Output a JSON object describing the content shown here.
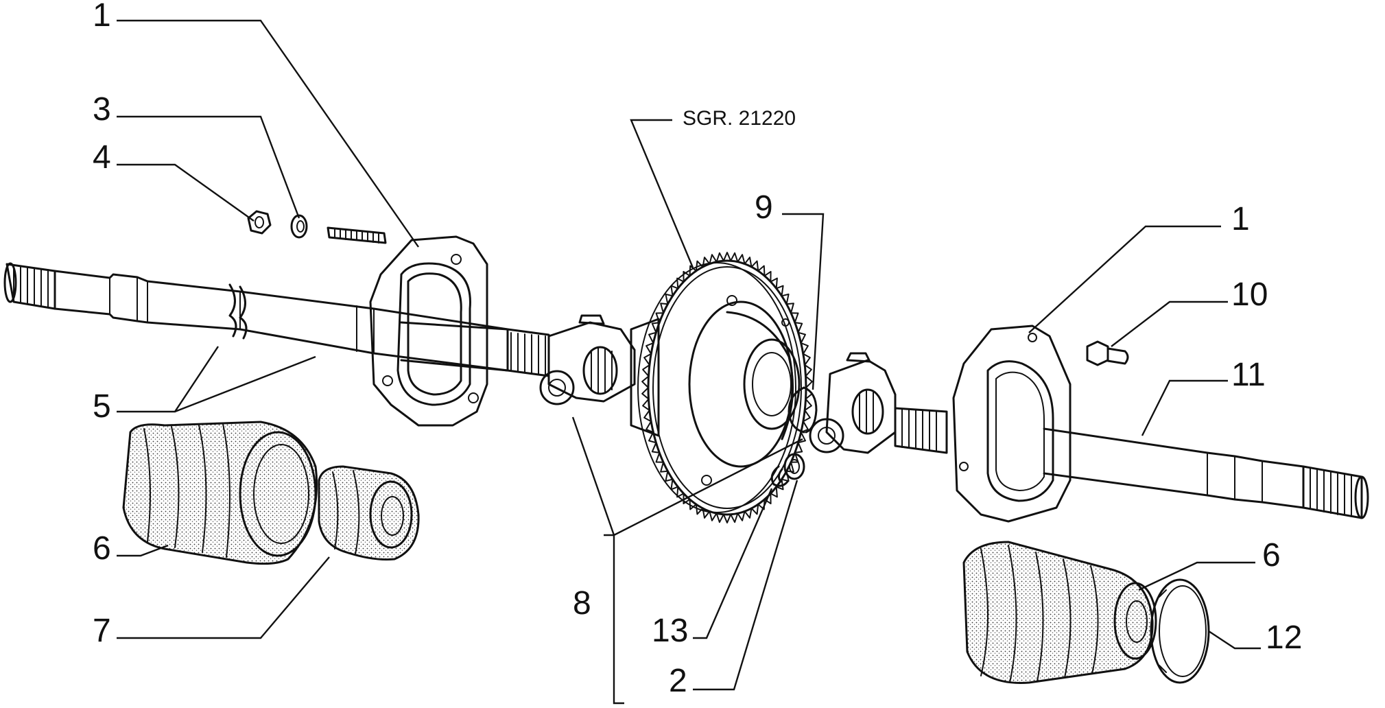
{
  "diagram": {
    "reference": "SGR. 21220",
    "callouts": [
      "1",
      "3",
      "4",
      "5",
      "6",
      "7",
      "8",
      "9",
      "1",
      "10",
      "11",
      "6",
      "12",
      "13",
      "2"
    ]
  },
  "colors": {
    "ink": "#111111",
    "paper": "#ffffff"
  }
}
